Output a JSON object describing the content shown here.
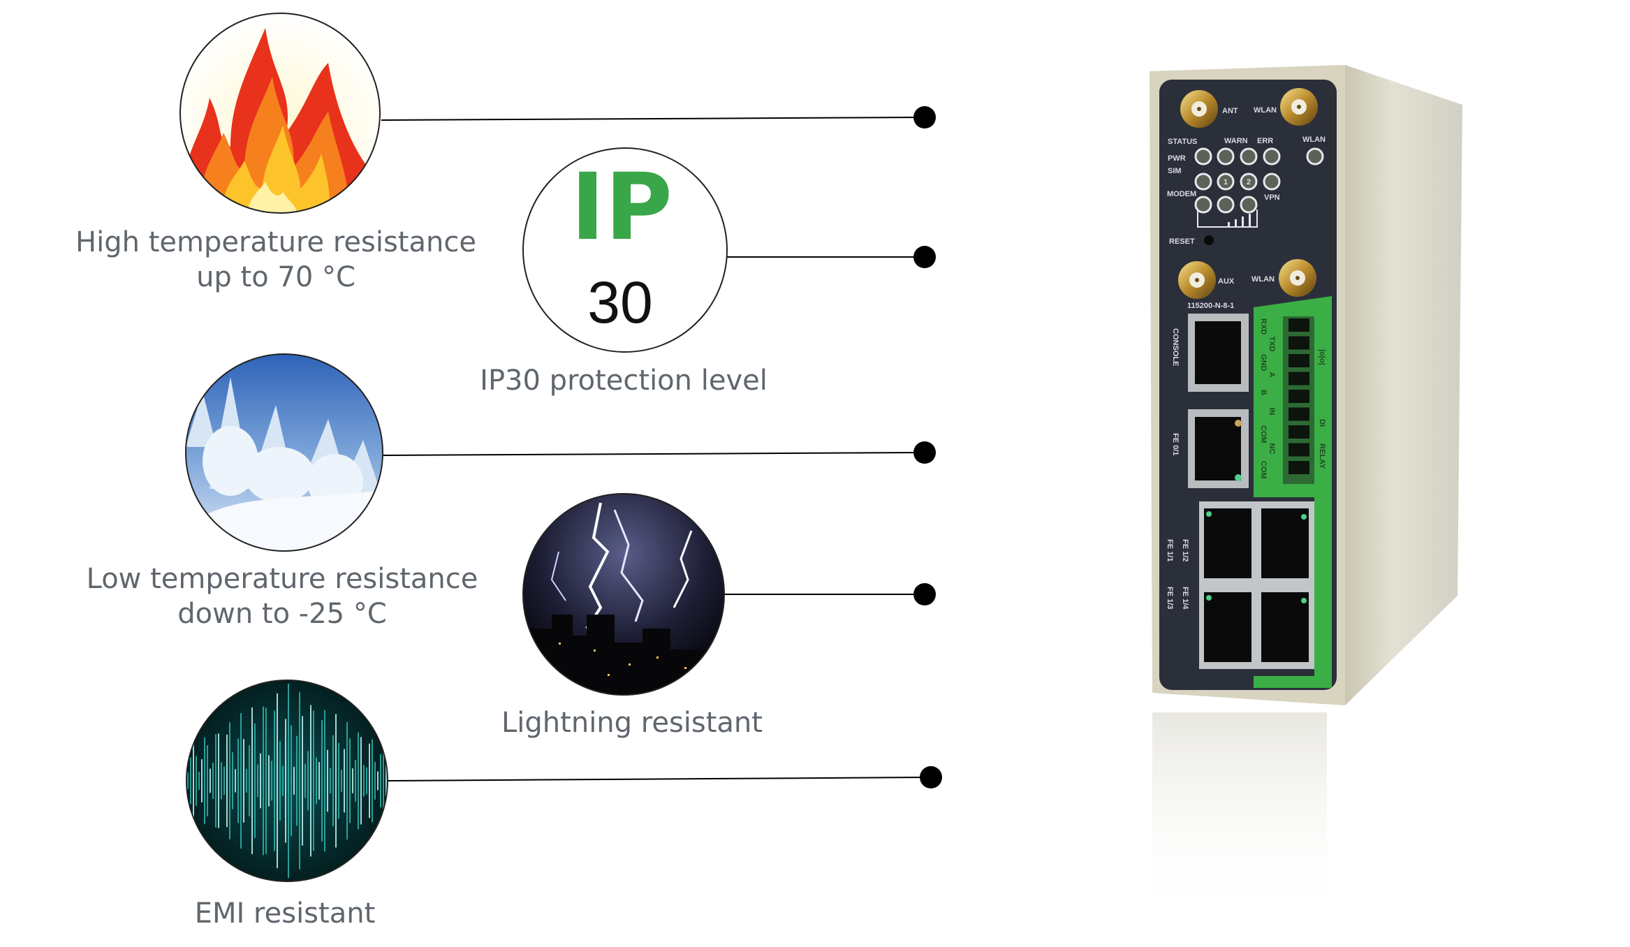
{
  "features": [
    {
      "id": "high-temp",
      "caption_lines": [
        "High temperature resistance",
        "up to 70 °C"
      ],
      "icon": "fire-image"
    },
    {
      "id": "ip30",
      "caption_lines": [
        "IP30 protection level"
      ],
      "icon": "ip30-logo",
      "logo_text": "IP",
      "logo_number": "30"
    },
    {
      "id": "low-temp",
      "caption_lines": [
        "Low temperature resistance",
        "down to -25 °C"
      ],
      "icon": "snowy-forest-image"
    },
    {
      "id": "lightning",
      "caption_lines": [
        "Lightning resistant"
      ],
      "icon": "lightning-storm-image"
    },
    {
      "id": "emi",
      "caption_lines": [
        "EMI resistant"
      ],
      "icon": "sound-wave-image"
    }
  ],
  "colors": {
    "caption": "#5f666d",
    "ip_green": "#3aa64a",
    "panel": "#2b2f3a",
    "green_panel": "#3cae46",
    "body": "#d6d3c0"
  },
  "device": {
    "ant": "ANT",
    "wlan": "WLAN",
    "wlan_led": "WLAN",
    "aux": "AUX",
    "wlan2": "WLAN",
    "status": "STATUS",
    "warn": "WARN",
    "err": "ERR",
    "pwr": "PWR",
    "sim": "SIM",
    "sim1": "1",
    "sim2": "2",
    "modem": "MODEM",
    "vpn": "VPN",
    "reset": "RESET",
    "serial": "115200-N-8-1",
    "console": "CONSOLE",
    "fe01": "FE 0/1",
    "fe11": "FE 1/1",
    "fe12": "FE 1/2",
    "fe13": "FE 1/3",
    "fe14": "FE 1/4",
    "terminals": [
      "RXD",
      "TXD",
      "GND",
      "A",
      "B",
      "IN",
      "COM",
      "NC",
      "COM"
    ],
    "io": "|o|o|",
    "di": "DI",
    "relay": "RELAY"
  }
}
